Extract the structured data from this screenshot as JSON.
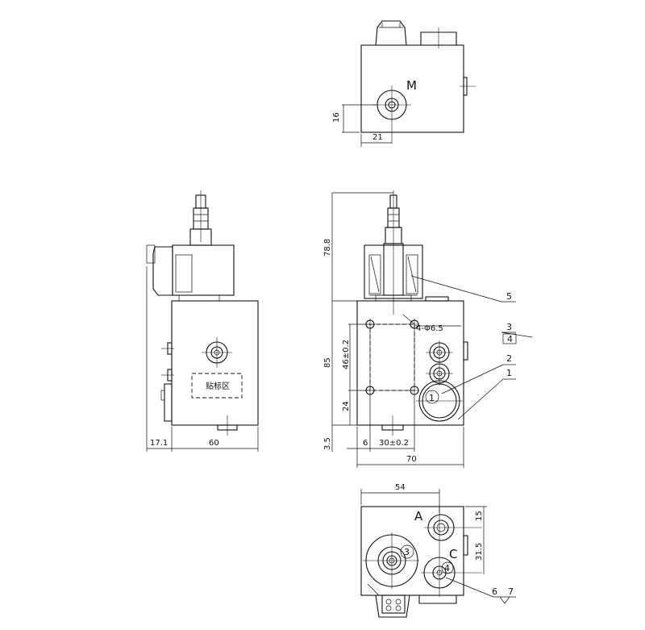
{
  "top_view": {
    "port_label": "M",
    "dim_horizontal": "21",
    "dim_vertical": "16"
  },
  "side_view": {
    "label_area_text": "贴标区",
    "dim_offset": "17.1",
    "dim_width": "60"
  },
  "front_view": {
    "dim_height_coil": "78.8",
    "dim_height_body": "85",
    "dim_hole_spacing_v": "46±0.2",
    "dim_bottom_offset": "24",
    "dim_bottom_small": "3.5",
    "dim_left_offset": "6",
    "dim_hole_spacing_h": "30±0.2",
    "dim_width": "70",
    "mounting_holes_note": "4-Φ6.5",
    "bubble_on_port": "1"
  },
  "bottom_view": {
    "dim_width": "54",
    "dim_right_top": "15",
    "dim_right_mid": "31.5",
    "port_a_label": "A",
    "port_c_label": "C",
    "port3_num": "3",
    "port4_num": "4"
  },
  "callouts": {
    "c1": "1",
    "c2": "2",
    "c3": "3",
    "c4": "4",
    "c5": "5",
    "c6": "6",
    "c7": "7"
  }
}
